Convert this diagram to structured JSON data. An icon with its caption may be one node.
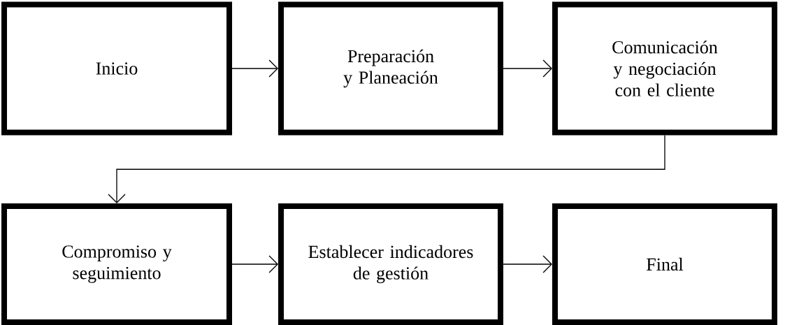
{
  "diagram": {
    "nodes": [
      {
        "text": [
          "Inicio"
        ]
      },
      {
        "text": [
          "Preparación y Planeación"
        ]
      },
      {
        "text": [
          "Comunicación y negociación con el cliente"
        ]
      },
      {
        "text": [
          "Compromiso y seguimiento"
        ]
      },
      {
        "text": [
          "Establecer indicadores de gestión"
        ]
      },
      {
        "text": [
          "Final"
        ]
      }
    ],
    "edges": [
      {
        "from": 0,
        "to": 1,
        "arrow": "to"
      },
      {
        "from": 1,
        "to": 2,
        "arrow": "to"
      },
      {
        "from": 2,
        "to": 3,
        "arrow": "to"
      },
      {
        "from": 3,
        "to": 4,
        "arrow": "to"
      },
      {
        "from": 4,
        "to": 5,
        "arrow": "to"
      }
    ]
  }
}
